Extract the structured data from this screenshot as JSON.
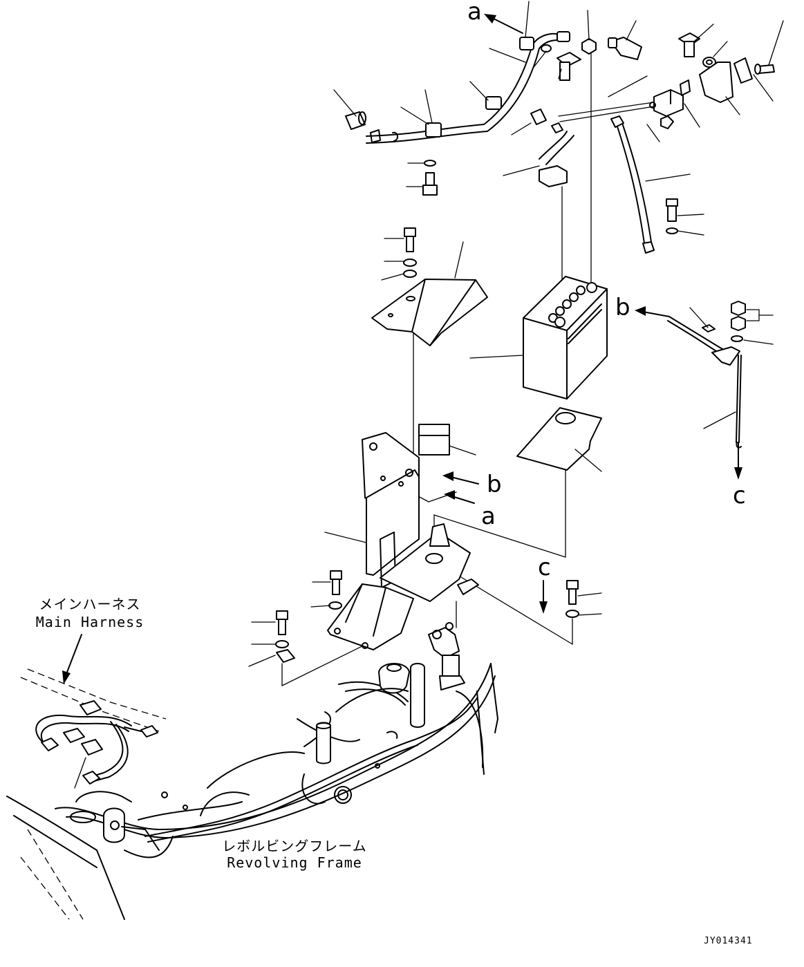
{
  "labels": {
    "a_top": "a",
    "b_right": "b",
    "c_right": "c",
    "b_bracket": "b",
    "a_bracket": "a",
    "c_bracket": "c"
  },
  "captions": {
    "main_harness_jp": "メインハーネス",
    "main_harness_en": "Main Harness",
    "revolving_frame_jp": "レボルビングフレーム",
    "revolving_frame_en": "Revolving Frame"
  },
  "drawing_code": "JY014341",
  "icons": [
    "bolt-icon",
    "washer-icon",
    "nut-icon",
    "cable-icon",
    "battery-icon",
    "bracket-icon",
    "arrow-icon"
  ]
}
